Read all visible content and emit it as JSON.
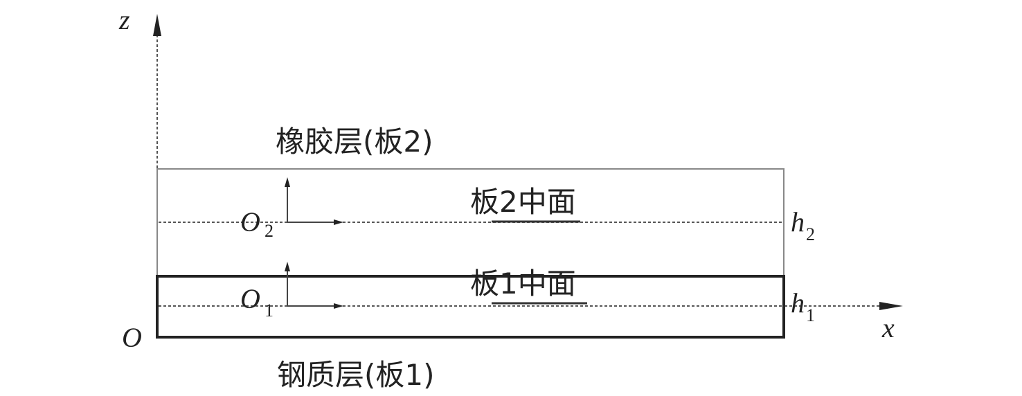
{
  "axes": {
    "z_label": "z",
    "x_label": "x",
    "origin_label": "O"
  },
  "layers": {
    "rubber_label": "橡胶层(板2)",
    "steel_label": "钢质层(板1)"
  },
  "midplanes": {
    "plate2_label": "板2中面",
    "plate1_label": "板1中面"
  },
  "local_origins": {
    "o2": {
      "main": "O",
      "sub": "2"
    },
    "o1": {
      "main": "O",
      "sub": "1"
    }
  },
  "thickness": {
    "h2": {
      "main": "h",
      "sub": "2"
    },
    "h1": {
      "main": "h",
      "sub": "1"
    }
  },
  "colors": {
    "ink": "#222222",
    "thin_line": "#777777",
    "thick_line": "#222222"
  }
}
